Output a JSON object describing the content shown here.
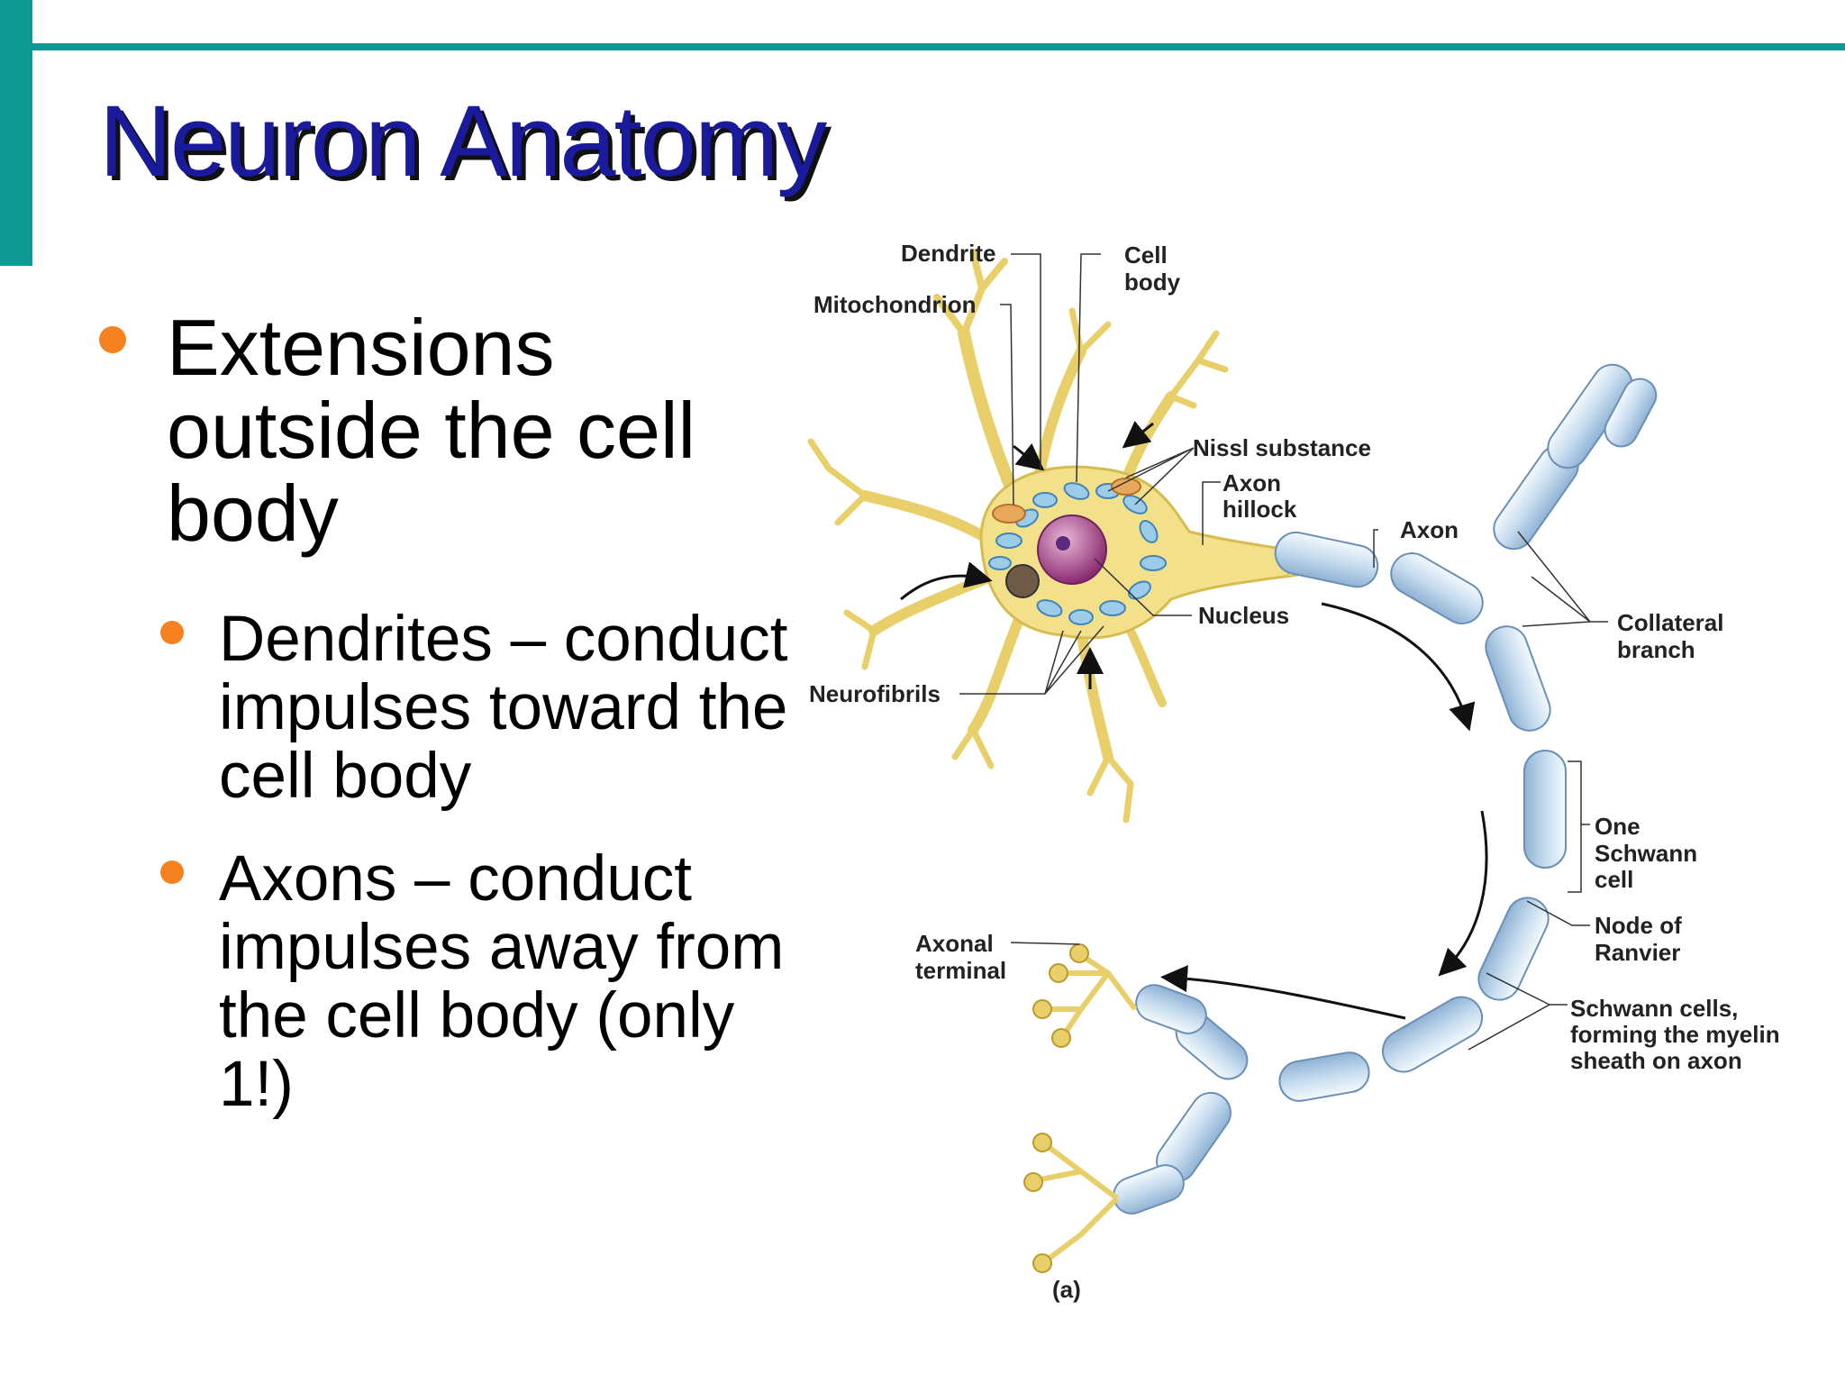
{
  "slide": {
    "title": "Neuron Anatomy",
    "accent_color": "#0e9a94",
    "title_color": "#1a1a9c",
    "bullet_color": "#f5821f"
  },
  "bullets": [
    {
      "text": "Extensions outside the cell body",
      "sub": [
        {
          "text": "Dendrites – conduct impulses toward the cell body"
        },
        {
          "text": "Axons – conduct impulses away from the cell body (only 1!)"
        }
      ]
    }
  ],
  "diagram": {
    "labels": {
      "dendrite": "Dendrite",
      "cell_body": [
        "Cell",
        "body"
      ],
      "mitochondrion": "Mitochondrion",
      "nissl": "Nissl substance",
      "axon_hillock": [
        "Axon",
        "hillock"
      ],
      "axon": "Axon",
      "nucleus": "Nucleus",
      "neurofibrils": "Neurofibrils",
      "collateral": [
        "Collateral",
        "branch"
      ],
      "one_schwann": [
        "One",
        "Schwann",
        "cell"
      ],
      "node": [
        "Node of",
        "Ranvier"
      ],
      "schwann_cells": [
        "Schwann cells,",
        "forming the myelin",
        "sheath on axon"
      ],
      "axonal_terminal": [
        "Axonal",
        "terminal"
      ],
      "panel": "(a)"
    }
  }
}
